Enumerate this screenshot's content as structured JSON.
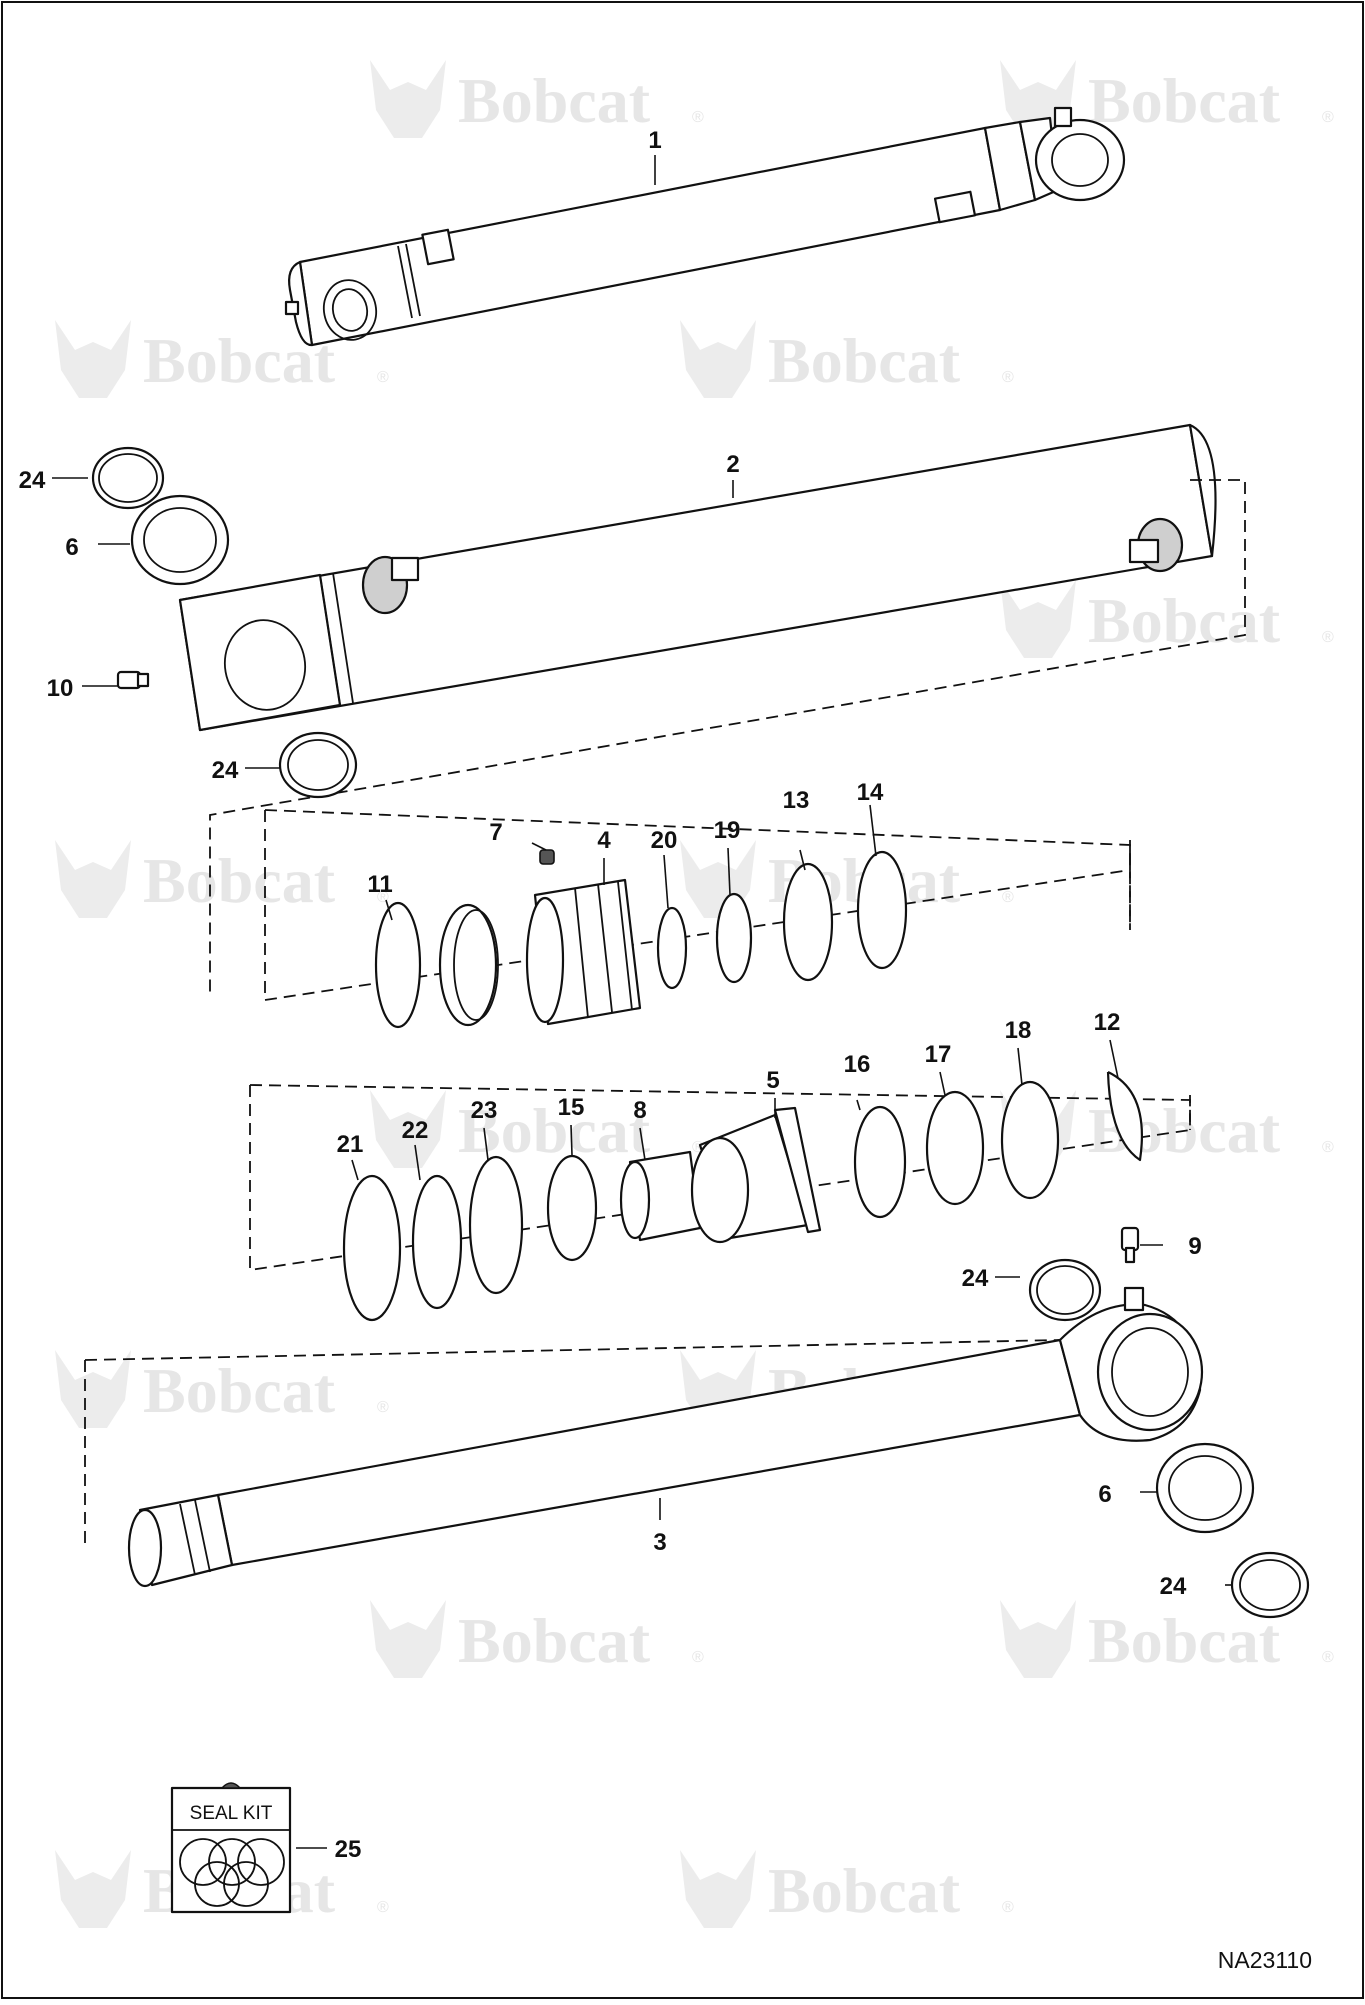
{
  "watermark": {
    "brand": "Bobcat",
    "mark": "®",
    "color": "#e6e6e6"
  },
  "callouts": [
    {
      "id": "p1",
      "label": "1"
    },
    {
      "id": "p2",
      "label": "2"
    },
    {
      "id": "p3",
      "label": "3"
    },
    {
      "id": "p4",
      "label": "4"
    },
    {
      "id": "p5",
      "label": "5"
    },
    {
      "id": "p6a",
      "label": "6"
    },
    {
      "id": "p6b",
      "label": "6"
    },
    {
      "id": "p7",
      "label": "7"
    },
    {
      "id": "p8",
      "label": "8"
    },
    {
      "id": "p9",
      "label": "9"
    },
    {
      "id": "p10",
      "label": "10"
    },
    {
      "id": "p11",
      "label": "11"
    },
    {
      "id": "p12",
      "label": "12"
    },
    {
      "id": "p13",
      "label": "13"
    },
    {
      "id": "p14",
      "label": "14"
    },
    {
      "id": "p15",
      "label": "15"
    },
    {
      "id": "p16",
      "label": "16"
    },
    {
      "id": "p17",
      "label": "17"
    },
    {
      "id": "p18",
      "label": "18"
    },
    {
      "id": "p19",
      "label": "19"
    },
    {
      "id": "p20",
      "label": "20"
    },
    {
      "id": "p21",
      "label": "21"
    },
    {
      "id": "p22",
      "label": "22"
    },
    {
      "id": "p23",
      "label": "23"
    },
    {
      "id": "p24a",
      "label": "24"
    },
    {
      "id": "p24b",
      "label": "24"
    },
    {
      "id": "p24c",
      "label": "24"
    },
    {
      "id": "p24d",
      "label": "24"
    },
    {
      "id": "p25",
      "label": "25"
    }
  ],
  "seal_kit": {
    "label": "SEAL KIT"
  },
  "drawing_number": "NA23110"
}
